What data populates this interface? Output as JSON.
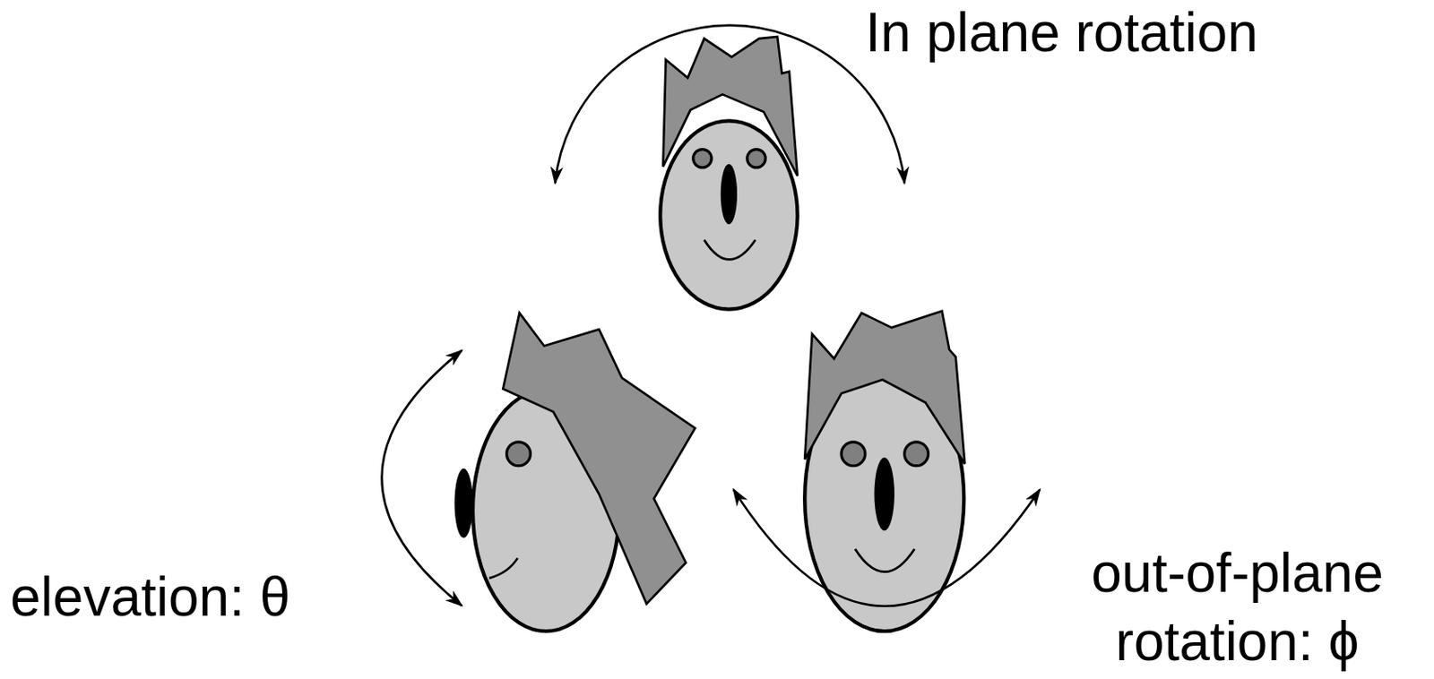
{
  "diagram": {
    "labels": [
      "In plane rotation",
      "elevation: θ",
      "out-of-plane rotation: ϕ"
    ]
  }
}
